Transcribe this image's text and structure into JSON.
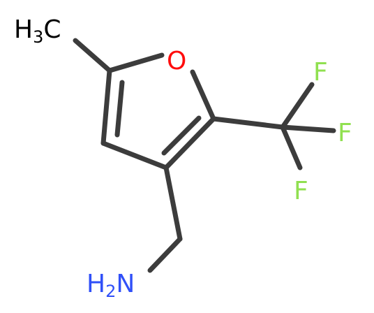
{
  "molecule": {
    "atoms": {
      "methyl": {
        "main": "H",
        "sub": "3",
        "tail": "C",
        "color": "#000000"
      },
      "oxygen": {
        "text": "O",
        "color": "#ff0d0d"
      },
      "fluorine_1": {
        "text": "F",
        "color": "#90e050"
      },
      "fluorine_2": {
        "text": "F",
        "color": "#90e050"
      },
      "fluorine_3": {
        "text": "F",
        "color": "#90e050"
      },
      "amine": {
        "main": "H",
        "sub": "2",
        "tail": "N",
        "color": "#3050f8"
      }
    },
    "bond_color": "#3c3c3c"
  }
}
